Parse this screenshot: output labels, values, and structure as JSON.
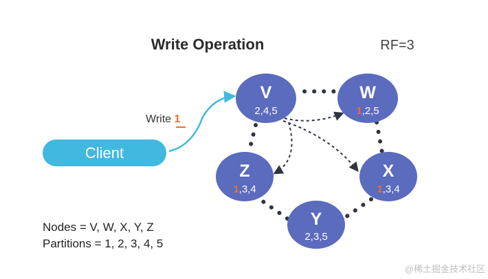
{
  "title": "Write Operation",
  "replication_factor": "RF=3",
  "client": {
    "label": "Client"
  },
  "write_request": {
    "prefix": "Write ",
    "partition": "1"
  },
  "nodes": [
    {
      "id": "V",
      "letter": "V",
      "highlight": "",
      "rest": "2,4,5"
    },
    {
      "id": "W",
      "letter": "W",
      "highlight": "1",
      "rest": ",2,5"
    },
    {
      "id": "X",
      "letter": "X",
      "highlight": "1",
      "rest": ",3,4"
    },
    {
      "id": "Y",
      "letter": "Y",
      "highlight": "",
      "rest": "2,3,5"
    },
    {
      "id": "Z",
      "letter": "Z",
      "highlight": "1",
      "rest": ",3,4"
    }
  ],
  "info": {
    "nodes_line": "Nodes = V, W, X, Y, Z",
    "partitions_line": "Partitions = 1, 2, 3, 4, 5"
  },
  "watermark": "@稀土掘金技术社区",
  "colors": {
    "node_fill": "#5b6bbd",
    "client_fill": "#41b8df",
    "highlight": "#f26b2a",
    "ring_dots": "#2f3540",
    "arrow_dashed": "#2f3540",
    "client_arrow": "#41b8df"
  }
}
